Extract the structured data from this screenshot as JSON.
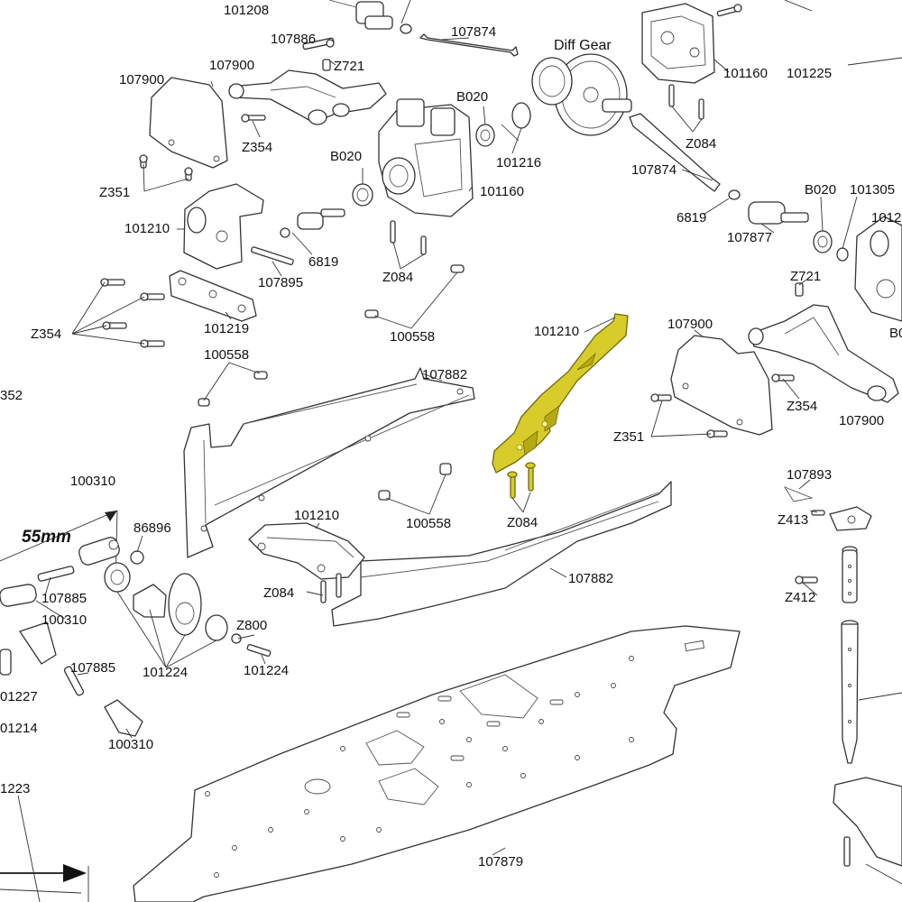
{
  "highlight_color": "#d7cc2a",
  "dimension": "55mm",
  "labels": {
    "p101208": "101208",
    "p107886": "107886",
    "p107874_top": "107874",
    "diff_gear": "Diff Gear",
    "p107900_a": "107900",
    "p107900_b": "107900",
    "pZ721_a": "Z721",
    "p101160_top": "101160",
    "p101225": "101225",
    "pB020_a": "B020",
    "pB020_b": "B020",
    "pZ354_a": "Z354",
    "p101216": "101216",
    "pZ084_a": "Z084",
    "p107874_mid": "107874",
    "pZ351_a": "Z351",
    "p101160_mid": "101160",
    "pB020_c": "B020",
    "p101305": "101305",
    "p101210_a": "101210",
    "p6819_a": "6819",
    "p6819_b": "6819",
    "p107877": "107877",
    "p101_right": "1012",
    "pZ084_b": "Z084",
    "p107895": "107895",
    "pZ721_b": "Z721",
    "pZ354_b": "Z354",
    "p101219": "101219",
    "p100558_a": "100558",
    "p101210_hl": "101210",
    "p107900_c": "107900",
    "pB_right": "B0",
    "p100558_b": "100558",
    "p107882_a": "107882",
    "p_352": "352",
    "pZ354_c": "Z354",
    "p107900_d": "107900",
    "pZ351_b": "Z351",
    "p100310_a": "100310",
    "p107893": "107893",
    "pZ084_hl": "Z084",
    "p100558_c": "100558",
    "p101210_b": "101210",
    "pZ413": "Z413",
    "p86896": "86896",
    "p107882_b": "107882",
    "pZ084_c": "Z084",
    "pZ412": "Z412",
    "p107885_a": "107885",
    "p100310_b": "100310",
    "pZ800": "Z800",
    "p101224_a": "101224",
    "p101224_b": "101224",
    "p107885_b": "107885",
    "p101227": "01227",
    "p101214": "01214",
    "p100310_c": "100310",
    "p101223": "1223",
    "p107879": "107879"
  }
}
